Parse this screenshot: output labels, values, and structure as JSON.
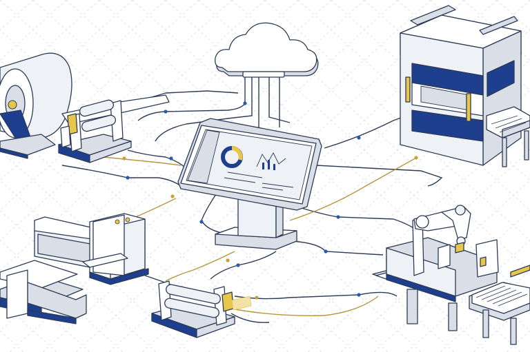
{
  "diagram": {
    "nodes": [
      {
        "id": "cloud",
        "icon": "cloud-icon"
      },
      {
        "id": "hmi-kiosk",
        "icon": "monitor-icon"
      },
      {
        "id": "paper-roll-unwinder",
        "icon": "roll-icon"
      },
      {
        "id": "feeder-straightener",
        "icon": "roller-icon"
      },
      {
        "id": "stamping-press",
        "icon": "press-icon"
      },
      {
        "id": "folding-machine",
        "icon": "machine-icon"
      },
      {
        "id": "roller-unit",
        "icon": "roller-icon"
      },
      {
        "id": "robot-arm-cell",
        "icon": "robot-arm-icon"
      },
      {
        "id": "output-conveyor",
        "icon": "conveyor-icon"
      }
    ],
    "colors": {
      "primary": "#1d3f8e",
      "accent": "#e8c64a",
      "outline": "#2b3a55",
      "cable_gold": "#b8963e"
    }
  }
}
